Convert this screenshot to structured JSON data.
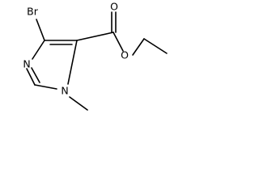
{
  "molecule": {
    "atoms": {
      "bromine": "Br",
      "ring_nitrogen_n3": "N",
      "ring_nitrogen_n1": "N",
      "carbonyl_oxygen": "O",
      "ester_oxygen": "O"
    }
  }
}
